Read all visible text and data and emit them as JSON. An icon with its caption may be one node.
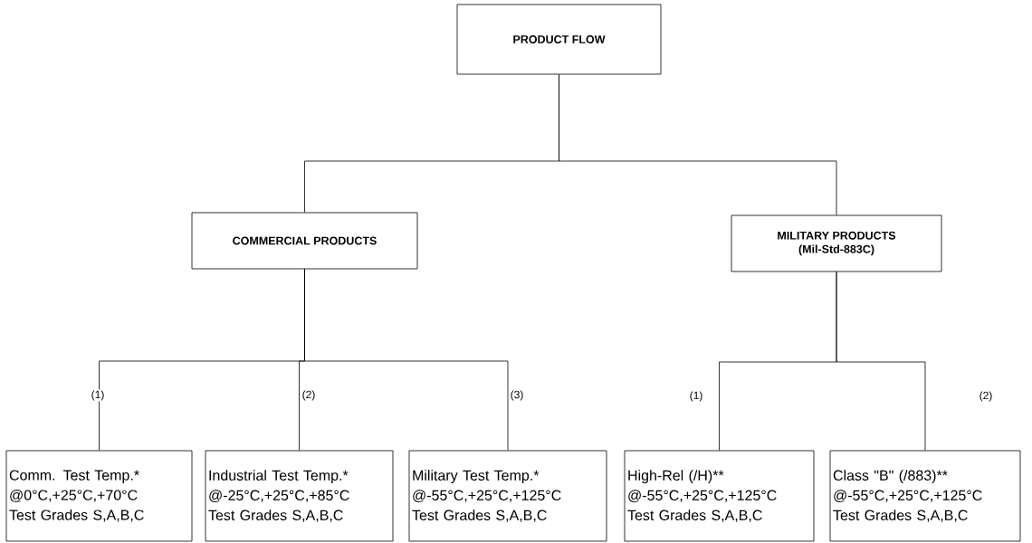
{
  "diagram": {
    "nodes": [
      {
        "text": [
          "PRODUCT FLOW"
        ]
      },
      {
        "text": [
          "COMMERCIAL PRODUCTS"
        ]
      },
      {
        "text": [
          "MILITARY PRODUCTS",
          "(Mil-Std-883C)"
        ]
      },
      {
        "text": [
          "Comm. Test Temp.*",
          "@0°C,+25°C,+70°C",
          "Test Grades S,A,B,C"
        ]
      },
      {
        "text": [
          "Industrial Test Temp.*",
          "@-25°C,+25°C,+85°C",
          "Test Grades S,A,B,C"
        ]
      },
      {
        "text": [
          "Military Test Temp.*",
          "@-55°C,+25°C,+125°C",
          "Test Grades S,A,B,C"
        ]
      },
      {
        "text": [
          "High-Rel (/H)**",
          "@-55°C,+25°C,+125°C",
          "Test Grades S,A,B,C"
        ]
      },
      {
        "text": [
          "Class \"B\" (/883)**",
          "@-55°C,+25°C,+125°C",
          "Test Grades S,A,B,C"
        ]
      }
    ],
    "edges": [
      {
        "from": 0,
        "to": 1,
        "arrow": "none"
      },
      {
        "from": 0,
        "to": 2,
        "arrow": "none"
      },
      {
        "from": 1,
        "to": 3,
        "arrow": "none",
        "label": "(1)"
      },
      {
        "from": 1,
        "to": 4,
        "arrow": "none",
        "label": "(2)"
      },
      {
        "from": 1,
        "to": 5,
        "arrow": "none",
        "label": "(3)"
      },
      {
        "from": 2,
        "to": 6,
        "arrow": "none",
        "label": "(1)"
      },
      {
        "from": 2,
        "to": 7,
        "arrow": "none",
        "label": "(2)"
      }
    ]
  }
}
